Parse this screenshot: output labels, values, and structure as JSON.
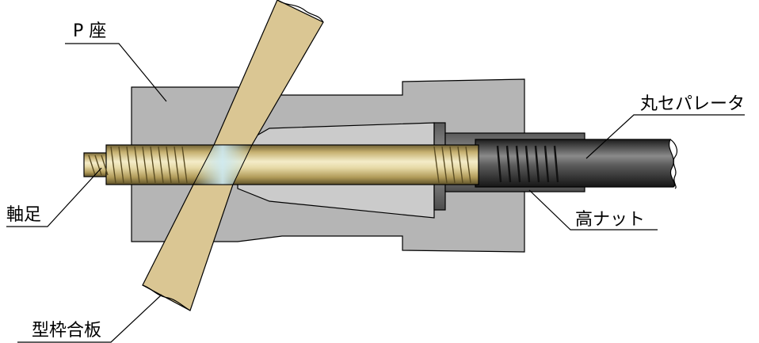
{
  "labels": {
    "p_cone": "P 座",
    "round_separator": "丸セパレータ",
    "shaft_foot": "軸足",
    "high_nut": "高ナット",
    "form_plywood": "型枠合板"
  },
  "colors": {
    "cone_gray": "#b4b4b4",
    "cone_inner": "#c8c8c8",
    "cone_core": "#a9a9a9",
    "plywood": "#d9c593",
    "rod_light": "#efe6bf",
    "rod_mid": "#c2ad6c",
    "rod_dark": "#7b6a3a",
    "nut_gray": "#7a7a7a",
    "separator_dark": "#2a2a2a",
    "separator_mid": "#666666",
    "line": "#000000"
  }
}
